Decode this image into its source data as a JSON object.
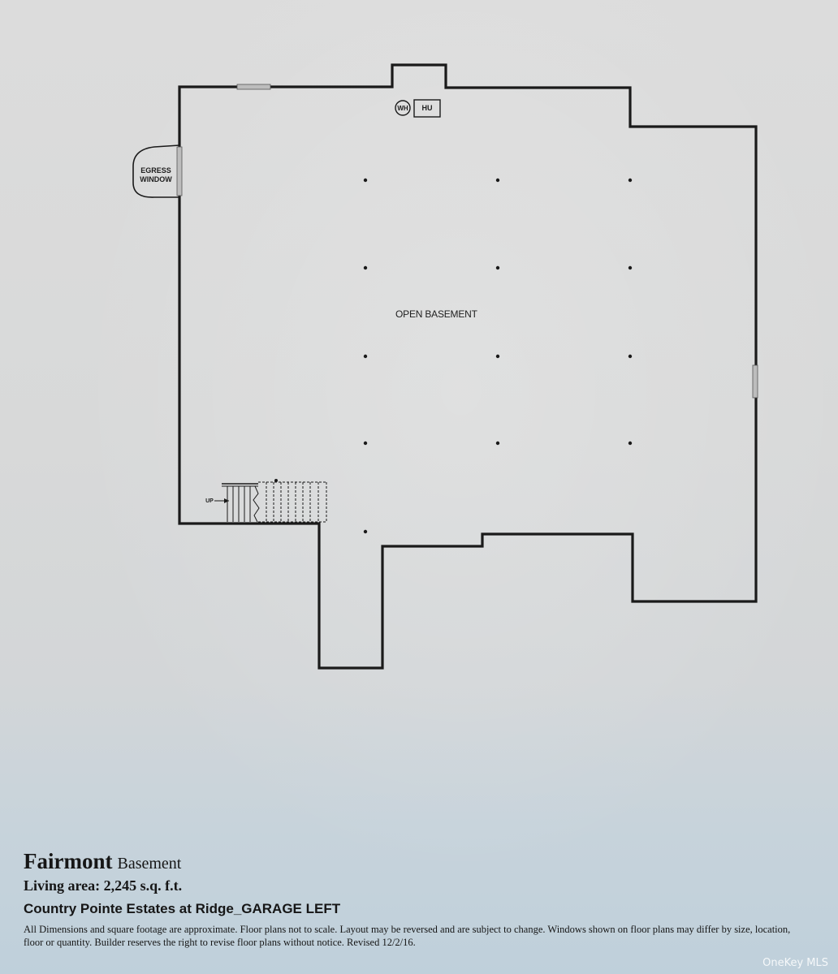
{
  "plan": {
    "room_label": "OPEN BASEMENT",
    "egress_label_line1": "EGRESS",
    "egress_label_line2": "WINDOW",
    "water_heater_label": "WH",
    "heating_unit_label": "HU",
    "stairs_label": "UP"
  },
  "footer": {
    "model_name": "Fairmont",
    "level": "Basement",
    "living_area": "Living area: 2,245 s.q. f.t.",
    "community": "Country Pointe Estates at Ridge_GARAGE LEFT",
    "disclaimer": "All Dimensions and square footage are approximate. Floor plans not to scale. Layout may be reversed and are subject to change. Windows shown on floor plans may differ by size, location, floor or quantity. Builder reserves the right to revise floor plans without notice. Revised 12/2/16."
  },
  "watermark": "OneKey MLS",
  "colors": {
    "wall": "#1a1a1a",
    "paper": "#d9d9d9"
  }
}
